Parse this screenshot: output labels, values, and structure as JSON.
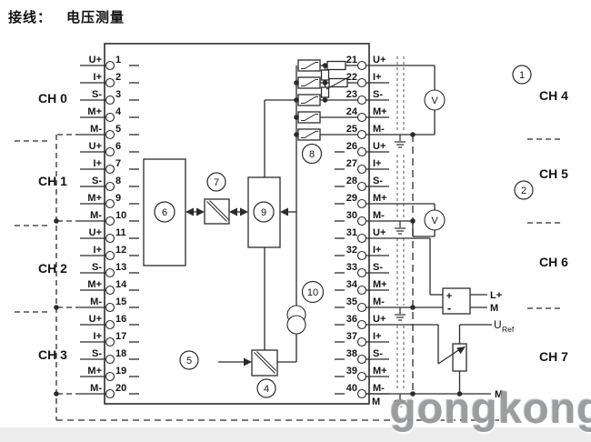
{
  "title": {
    "label": "接线：",
    "value": "电压测量"
  },
  "watermark": "gongkong",
  "module": {
    "left_terminals": [
      {
        "no": "1",
        "label": "U+"
      },
      {
        "no": "2",
        "label": "I+"
      },
      {
        "no": "3",
        "label": "S-"
      },
      {
        "no": "4",
        "label": "M+"
      },
      {
        "no": "5",
        "label": "M-"
      },
      {
        "no": "6",
        "label": "U+"
      },
      {
        "no": "7",
        "label": "I+"
      },
      {
        "no": "8",
        "label": "S-"
      },
      {
        "no": "9",
        "label": "M+"
      },
      {
        "no": "10",
        "label": "M-"
      },
      {
        "no": "11",
        "label": "U+"
      },
      {
        "no": "12",
        "label": "I+"
      },
      {
        "no": "13",
        "label": "S-"
      },
      {
        "no": "14",
        "label": "M+"
      },
      {
        "no": "15",
        "label": "M-"
      },
      {
        "no": "16",
        "label": "U+"
      },
      {
        "no": "17",
        "label": "I+"
      },
      {
        "no": "18",
        "label": "S-"
      },
      {
        "no": "19",
        "label": "M+"
      },
      {
        "no": "20",
        "label": "M-"
      }
    ],
    "right_terminals": [
      {
        "no": "21",
        "label": "U+"
      },
      {
        "no": "22",
        "label": "I+"
      },
      {
        "no": "23",
        "label": "S-"
      },
      {
        "no": "24",
        "label": "M+"
      },
      {
        "no": "25",
        "label": "M-"
      },
      {
        "no": "26",
        "label": "U+"
      },
      {
        "no": "27",
        "label": "I+"
      },
      {
        "no": "28",
        "label": "S-"
      },
      {
        "no": "29",
        "label": "M+"
      },
      {
        "no": "30",
        "label": "M-"
      },
      {
        "no": "31",
        "label": "U+"
      },
      {
        "no": "32",
        "label": "I+"
      },
      {
        "no": "33",
        "label": "S-"
      },
      {
        "no": "34",
        "label": "M+"
      },
      {
        "no": "35",
        "label": "M-"
      },
      {
        "no": "36",
        "label": "U+"
      },
      {
        "no": "37",
        "label": "I+"
      },
      {
        "no": "38",
        "label": "S-"
      },
      {
        "no": "39",
        "label": "M+"
      },
      {
        "no": "40",
        "label": "M-"
      }
    ],
    "bottom_terminal_label": "M"
  },
  "channels": {
    "left": [
      {
        "name": "CH 0"
      },
      {
        "name": "CH 1"
      },
      {
        "name": "CH 2"
      },
      {
        "name": "CH 3"
      }
    ],
    "right": [
      {
        "name": "CH 4",
        "callout": "1"
      },
      {
        "name": "CH 5",
        "callout": "2"
      },
      {
        "name": "CH 6",
        "callout": ""
      },
      {
        "name": "CH 7",
        "callout": ""
      }
    ]
  },
  "callouts": {
    "c1": "1",
    "c2": "2",
    "c4": "4",
    "c5": "5",
    "c6": "6",
    "c7": "7",
    "c8": "8",
    "c9": "9",
    "c10": "10"
  },
  "external": {
    "voltmeter_label": "V",
    "transmitter": {
      "plus": "+",
      "minus": "-",
      "l_plus": "L+",
      "m": "M"
    },
    "uref": {
      "base": "U",
      "sub": "Ref"
    },
    "m_bus_label": "M"
  },
  "colors": {
    "line": "#2b2b2b",
    "text": "#141414",
    "shield": "#555555",
    "watermark": "#96989a"
  }
}
